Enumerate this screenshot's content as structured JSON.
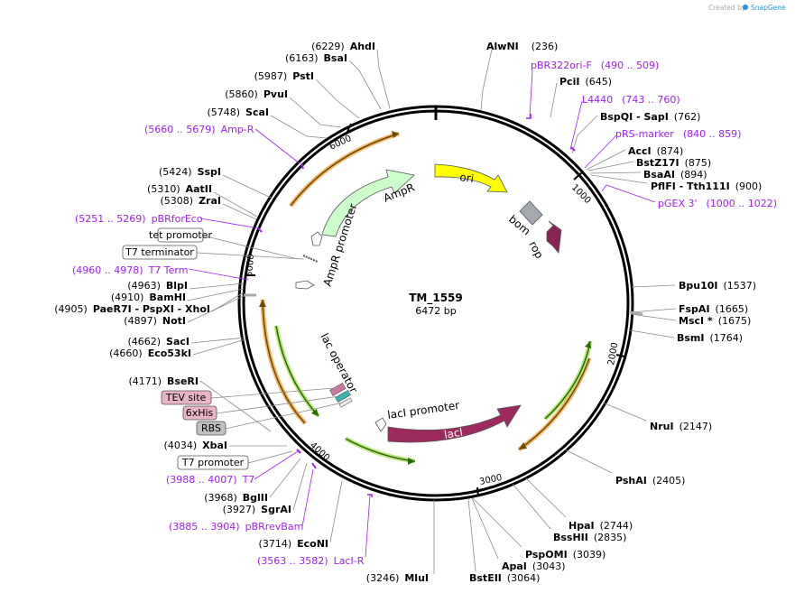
{
  "header": {
    "credit_text": "Created by",
    "brand": "SnapGene",
    "brand_color": "#1a9cd8"
  },
  "plasmid": {
    "name": "TM_1559",
    "size_label": "6472 bp",
    "length_bp": 6472
  },
  "ruler": {
    "ticks": [
      "1000",
      "2000",
      "3000",
      "4000",
      "5000",
      "6000"
    ]
  },
  "sites": [
    {
      "name": "AhdI",
      "pos": "(6229)"
    },
    {
      "name": "BsaI",
      "pos": "(6163)"
    },
    {
      "name": "PstI",
      "pos": "(5987)"
    },
    {
      "name": "PvuI",
      "pos": "(5860)"
    },
    {
      "name": "ScaI",
      "pos": "(5748)"
    },
    {
      "name": "SspI",
      "pos": "(5424)"
    },
    {
      "name": "AatII",
      "pos": "(5310)"
    },
    {
      "name": "ZraI",
      "pos": "(5308)"
    },
    {
      "name": "BlpI",
      "pos": "(4963)"
    },
    {
      "name": "BamHI",
      "pos": "(4910)"
    },
    {
      "name": "PaeR7I  - PspXI  - XhoI",
      "pos": "(4905)"
    },
    {
      "name": "NotI",
      "pos": "(4897)"
    },
    {
      "name": "SacI",
      "pos": "(4662)"
    },
    {
      "name": "Eco53kI",
      "pos": "(4660)"
    },
    {
      "name": "BseRI",
      "pos": "(4171)"
    },
    {
      "name": "XbaI",
      "pos": "(4034)"
    },
    {
      "name": "BglII",
      "pos": "(3968)"
    },
    {
      "name": "SgrAI",
      "pos": "(3927)"
    },
    {
      "name": "EcoNI",
      "pos": "(3714)"
    },
    {
      "name": "MluI",
      "pos": "(3246)"
    },
    {
      "name": "BstEII",
      "pos": "(3064)"
    },
    {
      "name": "ApaI",
      "pos": "(3043)"
    },
    {
      "name": "PspOMI",
      "pos": "(3039)"
    },
    {
      "name": "BssHII",
      "pos": "(2835)"
    },
    {
      "name": "HpaI",
      "pos": "(2744)"
    },
    {
      "name": "PshAI",
      "pos": "(2405)"
    },
    {
      "name": "NruI",
      "pos": "(2147)"
    },
    {
      "name": "BsmI",
      "pos": "(1764)"
    },
    {
      "name": "MscI *",
      "pos": "(1675)"
    },
    {
      "name": "FspAI",
      "pos": "(1665)"
    },
    {
      "name": "Bpu10I",
      "pos": "(1537)"
    },
    {
      "name": "PflFI  - Tth111I",
      "pos": "(900)"
    },
    {
      "name": "BsaAI",
      "pos": "(894)"
    },
    {
      "name": "BstZ17I",
      "pos": "(875)"
    },
    {
      "name": "AccI",
      "pos": "(874)"
    },
    {
      "name": "BspQI  - SapI",
      "pos": "(762)"
    },
    {
      "name": "PciI",
      "pos": "(645)"
    },
    {
      "name": "AlwNI",
      "pos": "(236)"
    }
  ],
  "primers": [
    {
      "name": "pBR322ori-F",
      "range": "(490 .. 509)"
    },
    {
      "name": "L4440",
      "range": "(743 .. 760)"
    },
    {
      "name": "pRS-marker",
      "range": "(840 .. 859)"
    },
    {
      "name": "pGEX 3'",
      "range": "(1000 .. 1022)"
    },
    {
      "name": "Amp-R",
      "range": "(5660 .. 5679)"
    },
    {
      "name": "pBRforEco",
      "range": "(5251 .. 5269)"
    },
    {
      "name": "T7 Term",
      "range": "(4960 .. 4978)"
    },
    {
      "name": "T7",
      "range": "(3988 .. 4007)"
    },
    {
      "name": "pBRrevBam",
      "range": "(3885 .. 3904)"
    },
    {
      "name": "LacI-R",
      "range": "(3563 .. 3582)"
    }
  ],
  "boxed_features": [
    {
      "name": "tet promoter",
      "style": "outline"
    },
    {
      "name": "T7 terminator",
      "style": "outline"
    },
    {
      "name": "TEV site",
      "style": "pink"
    },
    {
      "name": "6xHis",
      "style": "pink"
    },
    {
      "name": "RBS",
      "style": "gray"
    },
    {
      "name": "T7 promoter",
      "style": "outline"
    }
  ],
  "features": {
    "ori": "ori",
    "ampr": "AmpR",
    "ampr_promoter": "AmpR promoter",
    "bom": "bom",
    "rop": "rop",
    "lac_operator": "lac operator",
    "laci_promoter": "lacI promoter",
    "laci": "lacI"
  },
  "colors": {
    "ori": "#ffff00",
    "ampr": "#ccffcc",
    "laci": "#9c2a5e",
    "rop": "#8a2355",
    "bom": "#a3a9ae",
    "primer": "#a020f0",
    "orf_orange": "#f5b366",
    "orf_green": "#b8e67a"
  }
}
